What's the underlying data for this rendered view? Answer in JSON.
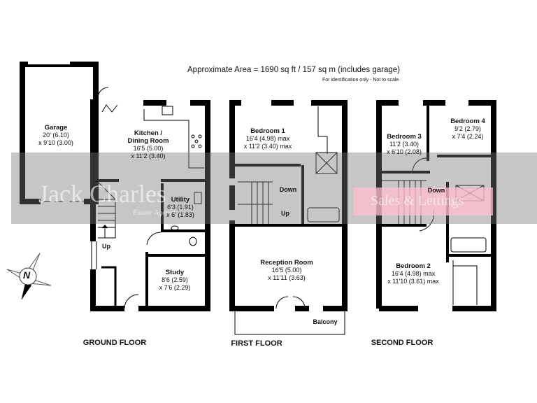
{
  "header": {
    "area": "Approximate Area = 1690 sq ft / 157 sq m (includes garage)",
    "note": "For identification only - Not to scale"
  },
  "watermark": {
    "brand": "Jack Charles",
    "sub": "Estate Agents",
    "tagline": "Sales & Lettings",
    "band_color": "#808080",
    "pink_color": "#f8c8d4"
  },
  "floors": {
    "ground": {
      "name": "GROUND FLOOR",
      "rooms": [
        {
          "name": "Garage",
          "dim1": "20' (6.10)",
          "dim2": "x 9'10 (3.00)"
        },
        {
          "name": "Kitchen /",
          "name2": "Dining Room",
          "dim1": "16'5 (5.00)",
          "dim2": "x 11'2 (3.40)"
        },
        {
          "name": "Utility",
          "dim1": "6'3 (1.91)",
          "dim2": "x 6' (1.83)"
        },
        {
          "name": "Study",
          "dim1": "8'6 (2.59)",
          "dim2": "x 7'6 (2.29)"
        }
      ],
      "stairs": "Up"
    },
    "first": {
      "name": "FIRST FLOOR",
      "rooms": [
        {
          "name": "Bedroom 1",
          "dim1": "16'4 (4.98) max",
          "dim2": "x 11'2 (3.40) max"
        },
        {
          "name": "Reception Room",
          "dim1": "16'5 (5.00)",
          "dim2": "x 11'11 (3.63)"
        },
        {
          "name": "Balcony"
        }
      ],
      "stairs_down": "Down",
      "stairs_up": "Up"
    },
    "second": {
      "name": "SECOND FLOOR",
      "rooms": [
        {
          "name": "Bedroom 3",
          "dim1": "11'2 (3.40)",
          "dim2": "x 6'10 (2.08)"
        },
        {
          "name": "Bedroom 4",
          "dim1": "9'2 (2.79)",
          "dim2": "x 7'4 (2.24)"
        },
        {
          "name": "Bedroom 2",
          "dim1": "16'4 (4.98) max",
          "dim2": "x 11'10 (3.61) max"
        }
      ],
      "stairs_down": "Down"
    }
  },
  "compass": {
    "icon": "north-compass-icon",
    "label": "N"
  }
}
